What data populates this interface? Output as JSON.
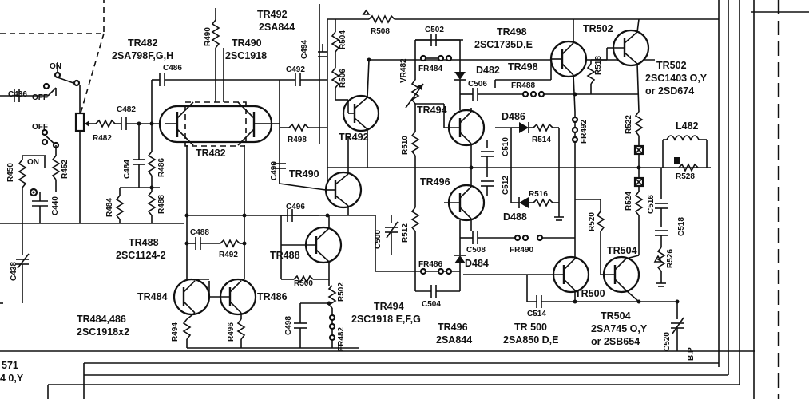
{
  "title": "",
  "labels": {
    "tr482_name": "TR482",
    "tr482_type": "2SA798F,G,H",
    "tr482_body": "TR482",
    "tr490_name": "TR490",
    "tr490_type": "2SC1918",
    "tr490_body": "TR490",
    "tr492_name": "TR492",
    "tr492_type": "2SA844",
    "tr492_body": "TR492",
    "tr498_name": "TR498",
    "tr498_type": "2SC1735D,E",
    "tr498_body": "TR498",
    "tr502_name": "TR502",
    "tr502_name2": "TR502",
    "tr502_type": "2SC1403 O,Y",
    "tr502_alt": "or 2SD674",
    "tr494_body": "TR494",
    "tr494_name": "TR494",
    "tr494_type": "2SC1918 E,F,G",
    "tr496_body": "TR496",
    "tr496_name": "TR496",
    "tr496_type": "2SA844",
    "tr488_name": "TR488",
    "tr488_type": "2SC1124-2",
    "tr488_body": "TR488",
    "tr484_body": "TR484",
    "tr486_body": "TR486",
    "tr484_name": "TR484,486",
    "tr484_type": "2SC1918x2",
    "tr500_body": "TR500",
    "tr500_name": "TR 500",
    "tr500_type": "2SA850 D,E",
    "tr504_body": "TR504",
    "tr504_name": "TR504",
    "tr504_type": "2SA745 O,Y",
    "tr504_alt": "or 2SB654",
    "d482": "D482",
    "d484": "D484",
    "d486": "D486",
    "d488": "D488",
    "l482": "L482",
    "vr482": "VR482",
    "bp": "B.P",
    "on1": "ON",
    "off1": "OFF",
    "off2": "OFF",
    "on2": "ON",
    "bottom1": "571",
    "bottom2": "4 0,Y"
  },
  "parts": {
    "R490": "R490",
    "R504": "R504",
    "R506": "R506",
    "R508": "R508",
    "R518": "R518",
    "R522": "R522",
    "R528": "R528",
    "R524": "R524",
    "R526": "R526",
    "R520": "R520",
    "R482": "R482",
    "R486": "R486",
    "R488": "R488",
    "R484": "R484",
    "R450": "R450",
    "R452": "R452",
    "R498": "R498",
    "R492": "R492",
    "R494": "R494",
    "R496": "R496",
    "R500": "R500",
    "R502": "R502",
    "R510": "R510",
    "R512": "R512",
    "R514": "R514",
    "R516": "R516",
    "C436": "C436",
    "C482": "C482",
    "C484": "C484",
    "C486": "C486",
    "C488": "C488",
    "C490": "C490",
    "C492": "C492",
    "C494": "C494",
    "C496": "C496",
    "C498": "C498",
    "C500": "C500",
    "C502": "C502",
    "C504": "C504",
    "C506": "C506",
    "C508": "C508",
    "C510": "C510",
    "C512": "C512",
    "C514": "C514",
    "C516": "C516",
    "C518": "C518",
    "C520": "C520",
    "C438": "C438",
    "C440": "C440",
    "FR482": "FR482",
    "FR484": "FR484",
    "FR486": "FR486",
    "FR488": "FR488",
    "FR490": "FR490",
    "FR492": "FR492"
  }
}
